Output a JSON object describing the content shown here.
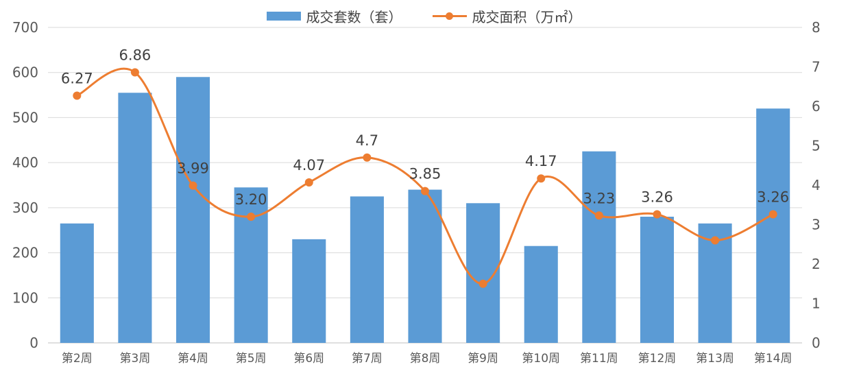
{
  "legend": {
    "bar_label": "成交套数（套）",
    "line_label": "成交面积（万㎡）"
  },
  "colors": {
    "bar": "#5B9BD5",
    "line": "#ED7D31",
    "axis_text": "#595959",
    "grid": "#D9D9D9"
  },
  "chart_data": {
    "type": "bar",
    "title": "",
    "xlabel": "",
    "ylabel": "",
    "ylim": [
      0,
      700
    ],
    "y_ticks": [
      0,
      100,
      200,
      300,
      400,
      500,
      600,
      700
    ],
    "y2lim": [
      0,
      8
    ],
    "y2_ticks": [
      0,
      1,
      2,
      3,
      4,
      5,
      6,
      7,
      8
    ],
    "grid": true,
    "legend_position": "top",
    "categories": [
      "第2周",
      "第3周",
      "第4周",
      "第5周",
      "第6周",
      "第7周",
      "第8周",
      "第9周",
      "第10周",
      "第11周",
      "第12周",
      "第13周",
      "第14周"
    ],
    "series": [
      {
        "name": "成交套数（套）",
        "axis": "left",
        "kind": "bar",
        "values": [
          265,
          555,
          590,
          345,
          230,
          325,
          340,
          310,
          215,
          425,
          280,
          265,
          520
        ]
      },
      {
        "name": "成交面积（万㎡）",
        "axis": "right",
        "kind": "line",
        "values": [
          6.27,
          6.86,
          3.99,
          3.2,
          4.07,
          4.7,
          3.85,
          1.5,
          4.17,
          3.23,
          3.26,
          2.6,
          3.26
        ],
        "labels": [
          "6.27",
          "6.86",
          "3.99",
          "3.20",
          "4.07",
          "4.7",
          "3.85",
          "",
          "4.17",
          "3.23",
          "3.26",
          "",
          "3.26"
        ]
      }
    ]
  }
}
